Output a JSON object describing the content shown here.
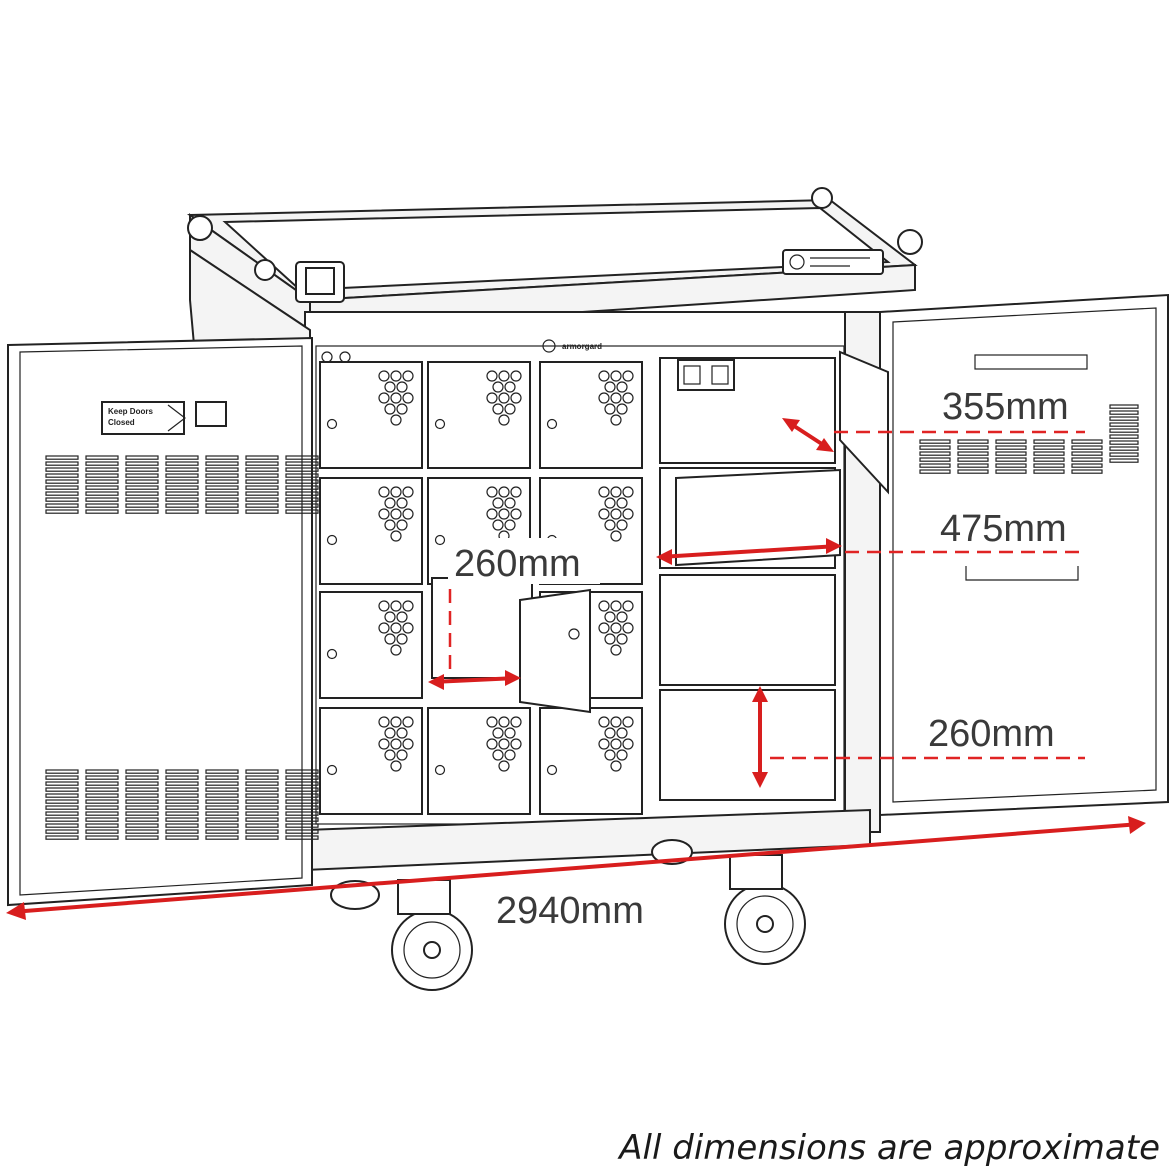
{
  "dimensions": {
    "top_depth": "355mm",
    "large_width": "475mm",
    "small_width": "260mm",
    "large_height": "260mm",
    "overall_width": "2940mm"
  },
  "labels": {
    "brand": "armorgard",
    "door_sign": "Keep Doors Closed"
  },
  "footnote": "All dimensions are approximate",
  "colors": {
    "dimension_line": "#d81e1e",
    "outline": "#222222",
    "label_text": "#3a3a3a"
  }
}
